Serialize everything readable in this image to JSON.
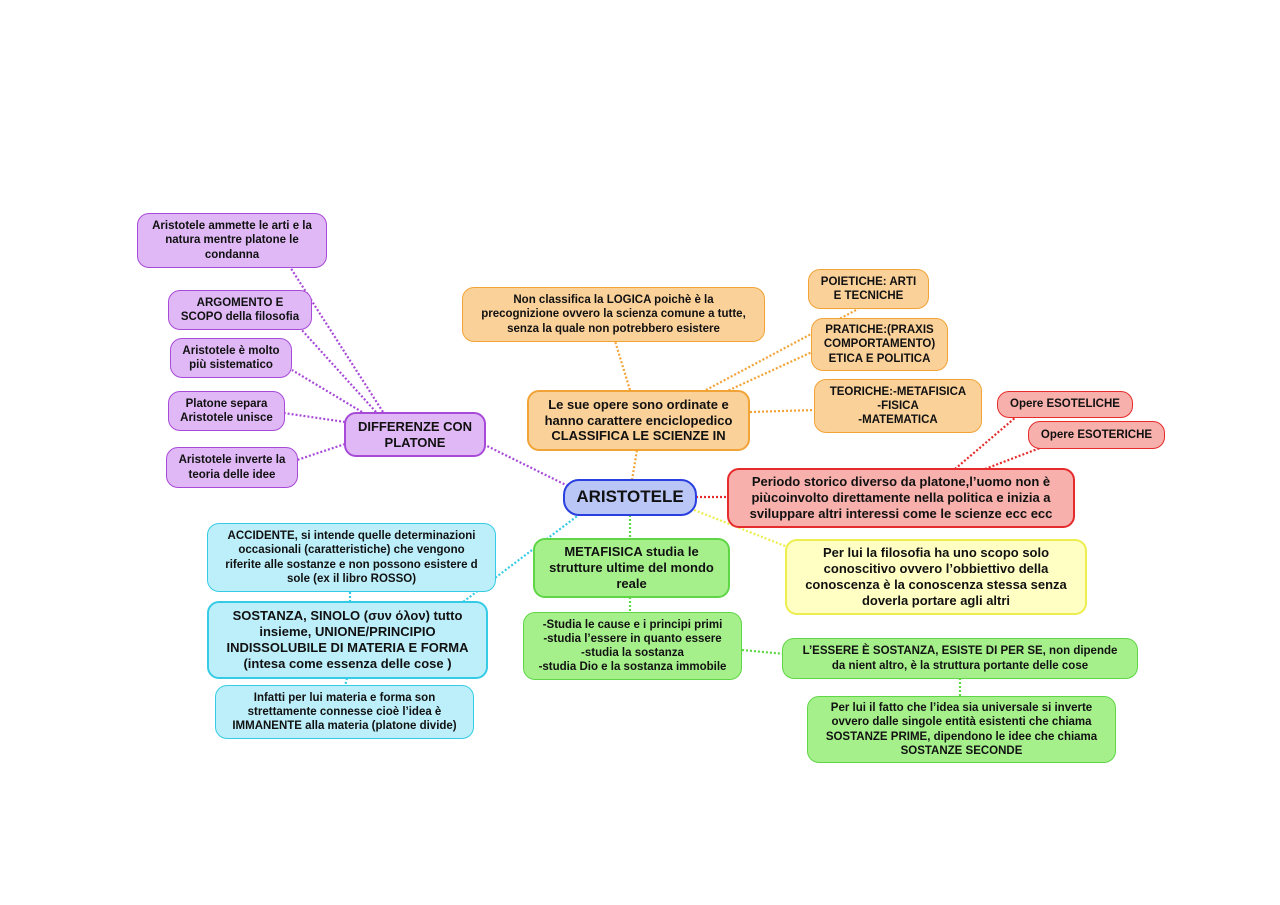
{
  "nodes": {
    "root": [
      "ARISTOTELE"
    ],
    "differenze": [
      "DIFFERENZE CON",
      "PLATONE"
    ],
    "diff_arti": [
      "Aristotele ammette le arti e la",
      "natura mentre platone le",
      "condanna"
    ],
    "diff_argomento": [
      "ARGOMENTO E",
      "SCOPO della filosofia"
    ],
    "diff_sistematico": [
      "Aristotele è molto",
      "più sistematico"
    ],
    "diff_separa": [
      "Platone separa",
      "Aristotele unisce"
    ],
    "diff_inverte": [
      "Aristotele inverte la",
      "teoria delle idee"
    ],
    "opere": [
      "Le sue opere sono ordinate e",
      "hanno carattere enciclopedico",
      "CLASSIFICA LE SCIENZE IN"
    ],
    "logica": [
      "Non classifica la LOGICA poichè è la",
      "precognizione ovvero la scienza comune a tutte,",
      "senza la quale non potrebbero esistere"
    ],
    "poietiche": [
      "POIETICHE: ARTI",
      "E TECNICHE"
    ],
    "pratiche": [
      "PRATICHE:(PRAXIS",
      "COMPORTAMENTO)",
      "ETICA E POLITICA"
    ],
    "teoriche": [
      "TEORICHE:-METAFISICA",
      "-FISICA",
      "-MATEMATICA"
    ],
    "periodo": [
      "Periodo storico diverso da platone,l’uomo non è",
      "piùcoinvolto direttamente nella politica e inizia a",
      "sviluppare altri interessi come le scienze ecc ecc"
    ],
    "esoteliche": [
      "Opere ESOTELICHE"
    ],
    "esoteriche": [
      "Opere ESOTERICHE"
    ],
    "filosofia": [
      "Per lui la filosofia ha uno scopo solo",
      "conoscitivo ovvero l’obbiettivo della",
      "conoscenza è la conoscenza stessa senza",
      "doverla portare agli altri"
    ],
    "metafisica": [
      "METAFISICA studia le",
      "strutture ultime del mondo",
      "reale"
    ],
    "studia": [
      "-Studia le cause e i principi primi",
      "-studia l’essere in quanto essere",
      "-studia la sostanza",
      "-studia Dio e la sostanza immobile"
    ],
    "essere": [
      "L’ESSERE È SOSTANZA, ESISTE DI PER SE, non dipende",
      "da nient altro, è la struttura portante delle cose"
    ],
    "universale": [
      "Per lui il fatto che l’idea sia universale si inverte",
      "ovvero dalle singole entità esistenti che chiama",
      "SOSTANZE PRIME, dipendono le idee che chiama",
      "SOSTANZE SECONDE"
    ],
    "accidente": [
      "ACCIDENTE, si intende quelle determinazioni",
      "occasionali (caratteristiche) che vengono",
      "riferite alle sostanze e non possono esistere d",
      "sole (ex il libro ROSSO)"
    ],
    "sostanza": [
      "SOSTANZA, SINOLO (συν όλον) tutto",
      "insieme, UNIONE/PRINCIPIO",
      "INDISSOLUBILE DI MATERIA E FORMA",
      "(intesa come essenza delle cose )"
    ],
    "materia": [
      "Infatti per lui materia e forma son",
      "strettamente connesse cioè l’idea è",
      "IMMANENTE alla materia (platone divide)"
    ]
  },
  "colors": {
    "purple": "#a74ad8",
    "orange": "#f2a336",
    "red": "#e52b2b",
    "yellow": "#eded4e",
    "green": "#5fd646",
    "cyan": "#36cbe5",
    "blue": "#2a3fe0"
  }
}
